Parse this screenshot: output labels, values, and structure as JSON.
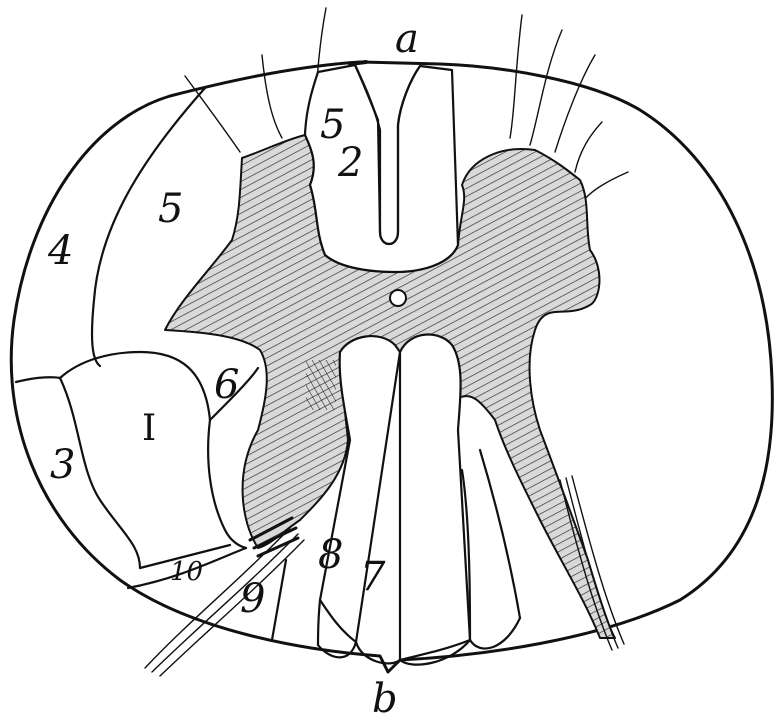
{
  "figure": {
    "labels": {
      "top_letter": "a",
      "bottom_letter": "b",
      "region_1": "I",
      "region_2": "2",
      "region_3": "3",
      "region_4": "4",
      "region_5_left": "5",
      "region_5_upper": "5",
      "region_6": "6",
      "region_7": "7",
      "region_8": "8",
      "region_9": "9",
      "region_10": "10"
    }
  }
}
